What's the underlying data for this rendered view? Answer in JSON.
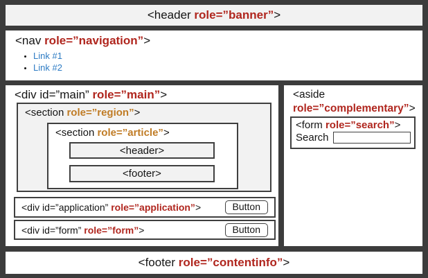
{
  "colors": {
    "background": "#3c3c3c",
    "panel_gray": "#f2f2f2",
    "panel_white": "#ffffff",
    "role_red": "#b0261e",
    "role_orange": "#c07c26",
    "link_blue": "#2e7cc4",
    "border_dark": "#3f3f3f"
  },
  "banner": {
    "prefix": "<header ",
    "role": "role=”banner”",
    "suffix": ">"
  },
  "nav": {
    "prefix": "<nav ",
    "role": "role=”navigation”",
    "suffix": ">",
    "links": [
      "Link #1",
      "Link #2"
    ]
  },
  "main": {
    "prefix": "<div id=”main” ",
    "role": "role=”main”",
    "suffix": ">"
  },
  "region": {
    "prefix": "<section ",
    "role": "role=”region”",
    "suffix": ">"
  },
  "article": {
    "prefix": "<section ",
    "role": "role=”article”",
    "suffix": ">",
    "header_label": "<header>",
    "footer_label": "<footer>"
  },
  "application": {
    "prefix": "<div id=”application” ",
    "role": "role=”application”",
    "suffix": ">",
    "button": "Button"
  },
  "form": {
    "prefix": "<div id=”form” ",
    "role": "role=”form”",
    "suffix": ">",
    "button": "Button"
  },
  "aside": {
    "prefix": "<aside",
    "role": "role=”complementary”",
    "suffix": ">"
  },
  "search": {
    "prefix": "<form ",
    "role": "role=”search”",
    "suffix": ">",
    "label": "Search",
    "input_value": ""
  },
  "footer": {
    "prefix": "<footer ",
    "role": "role=”contentinfo”",
    "suffix": ">"
  }
}
